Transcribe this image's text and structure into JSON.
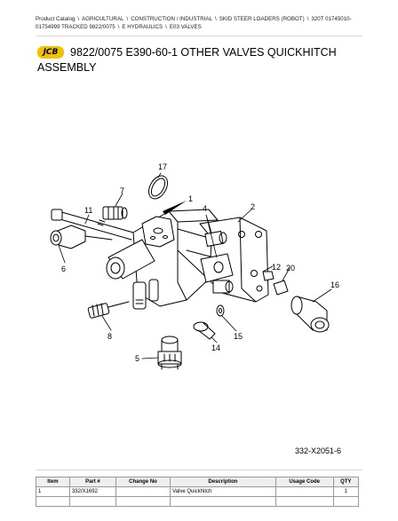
{
  "breadcrumb": {
    "items": [
      "Product Catalog",
      "AGRICULTURAL",
      "CONSTRUCTION / INDUSTRIAL",
      "SKID STEER LOADERS (ROBOT)",
      "320T 01745010-01754999 TRACKED 9822/0075",
      "E HYDRAULICS",
      "E03 VALVES"
    ]
  },
  "logo_text": "JCB",
  "title_line1": "9822/0075 E390-60-1 OTHER VALVES QUICKHITCH",
  "title_line2": "ASSEMBLY",
  "callouts": [
    "17",
    "7",
    "1",
    "11",
    "4",
    "2",
    "6",
    "12",
    "20",
    "16",
    "8",
    "14",
    "15",
    "5"
  ],
  "illustration_code": "332-X2051-6",
  "table": {
    "headers": [
      "Item",
      "Part #",
      "Change No",
      "Description",
      "Usage Code",
      "QTY"
    ],
    "rows": [
      [
        "1",
        "332/X1692",
        "",
        "Valve Quickhitch",
        "",
        "1"
      ]
    ]
  },
  "colors": {
    "logo": "#f2c200"
  }
}
